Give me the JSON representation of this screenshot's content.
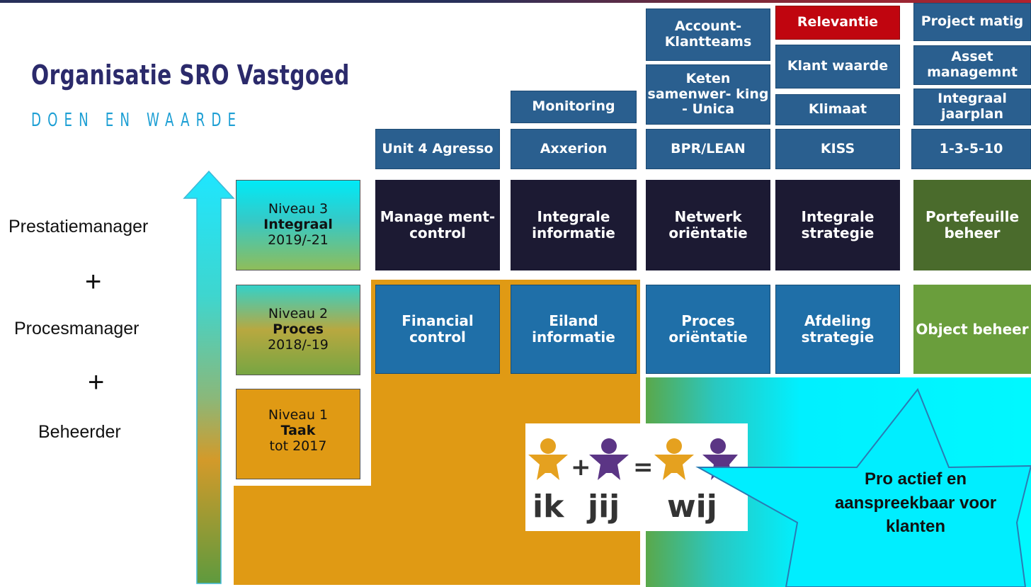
{
  "title": "Organisatie SRO Vastgoed",
  "subtitle": "DOEN EN WAARDE",
  "roles": [
    "Prestatiemanager",
    "+",
    "Procesmanager",
    "+",
    "Beheerder"
  ],
  "levels": [
    {
      "name": "Niveau 3",
      "label": "Integraal",
      "period": "2019/-21"
    },
    {
      "name": "Niveau 2",
      "label": "Proces",
      "period": "2018/-19"
    },
    {
      "name": "Niveau 1",
      "label": "Taak",
      "period": "tot 2017"
    }
  ],
  "level3_row": [
    "Manage ment- control",
    "Integrale informatie",
    "Netwerk oriëntatie",
    "Integrale strategie",
    "Portefeuille beheer"
  ],
  "level2_row": [
    "Financial control",
    "Eiland informatie",
    "Proces oriëntatie",
    "Afdeling strategie",
    "Object beheer"
  ],
  "tools_base": [
    "Unit 4 Agresso",
    "Axxerion",
    "BPR/LEAN",
    "KISS",
    "1-3-5-10"
  ],
  "tools_col2": [
    "Monitoring"
  ],
  "tools_col3": [
    "Account- Klantteams",
    "Keten samenwer- king - Unica"
  ],
  "tools_col4": [
    "Relevantie",
    "Klant waarde",
    "Klimaat"
  ],
  "tools_col5": [
    "Project matig",
    "Asset managemnt",
    "Integraal jaarplan"
  ],
  "logo": {
    "plus": "+",
    "equals": "=",
    "words": [
      "ik",
      "jij",
      "wij"
    ]
  },
  "callout": "Pro actief en aanspreekbaar voor klanten",
  "colors": {
    "navy": "#1c1a33",
    "blue": "#1f6fa8",
    "tool": "#2a5f8f",
    "red": "#c0050f",
    "dark_green": "#4a6b2c",
    "light_green": "#6a9e3c",
    "orange": "#e09a14",
    "title": "#2b2a6b",
    "subtitle": "#1d9fd4"
  }
}
